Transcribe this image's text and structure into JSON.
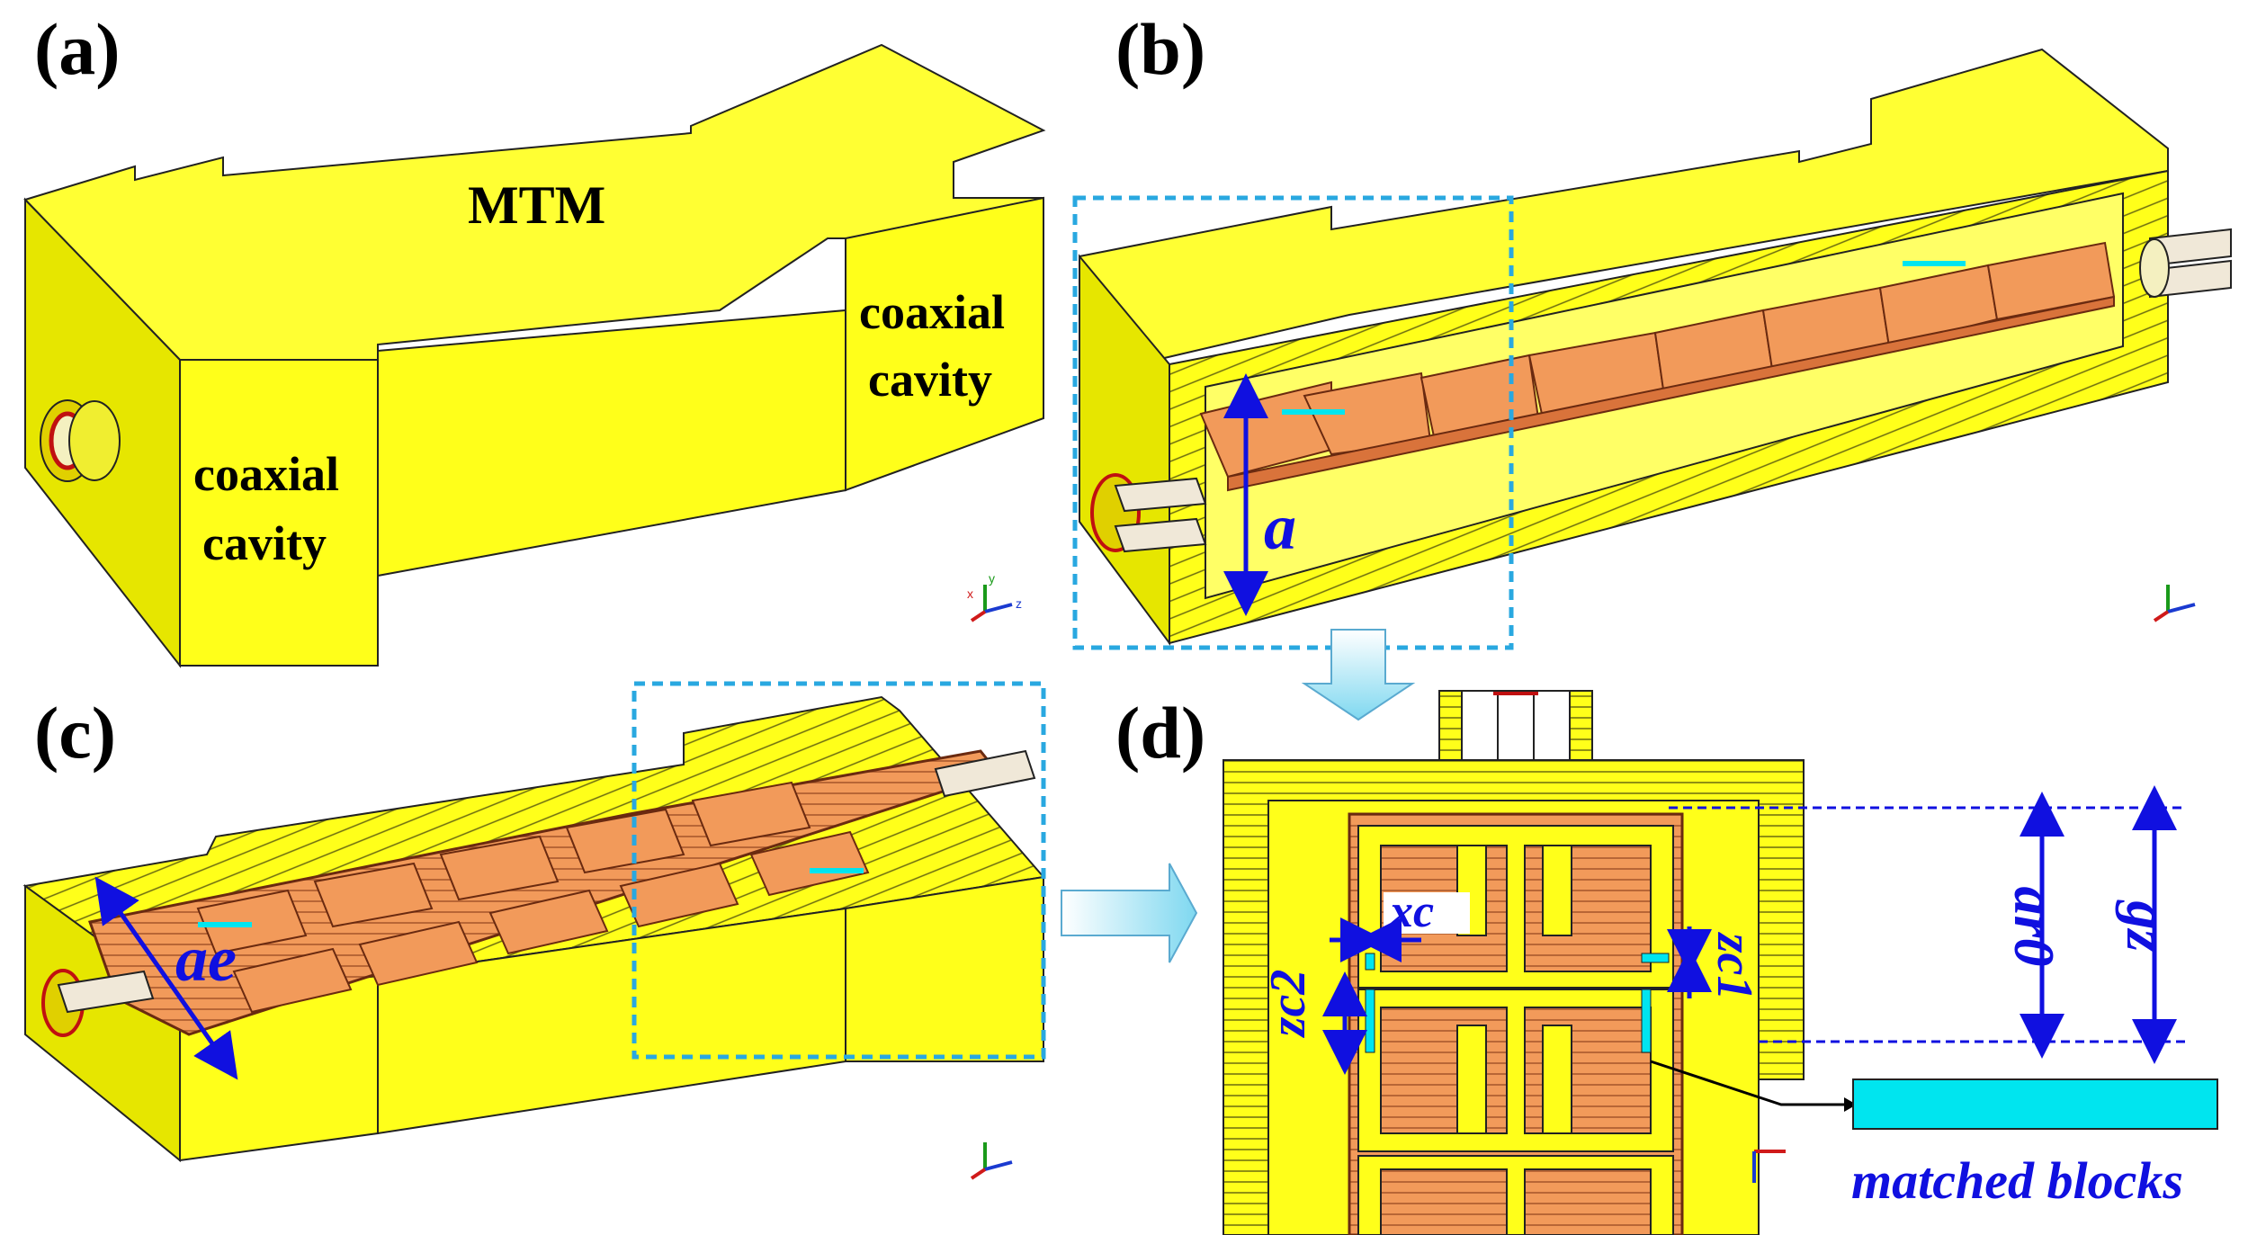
{
  "panels": {
    "a": {
      "label": "(a)",
      "mtm_label": "MTM",
      "left_cavity_line1": "coaxial",
      "left_cavity_line2": "cavity",
      "right_cavity_line1": "coaxial",
      "right_cavity_line2": "cavity"
    },
    "b": {
      "label": "(b)",
      "dim_a": "a"
    },
    "c": {
      "label": "(c)",
      "dim_ae": "ae"
    },
    "d": {
      "label": "(d)",
      "dim_xc": "xc",
      "dim_zc1": "zc1",
      "dim_zc2": "zc2",
      "dim_ar0": "ar0",
      "dim_gz": "gz",
      "legend_label": "matched blocks"
    }
  },
  "axes_triad": {
    "x": "x",
    "y": "y",
    "z": "z"
  },
  "colors": {
    "metal": "#ffff1a",
    "copper": "#f29a5a",
    "matched_block": "#00e5ef",
    "dimension": "#1010e0",
    "highlight_box": "#29a8e0"
  }
}
